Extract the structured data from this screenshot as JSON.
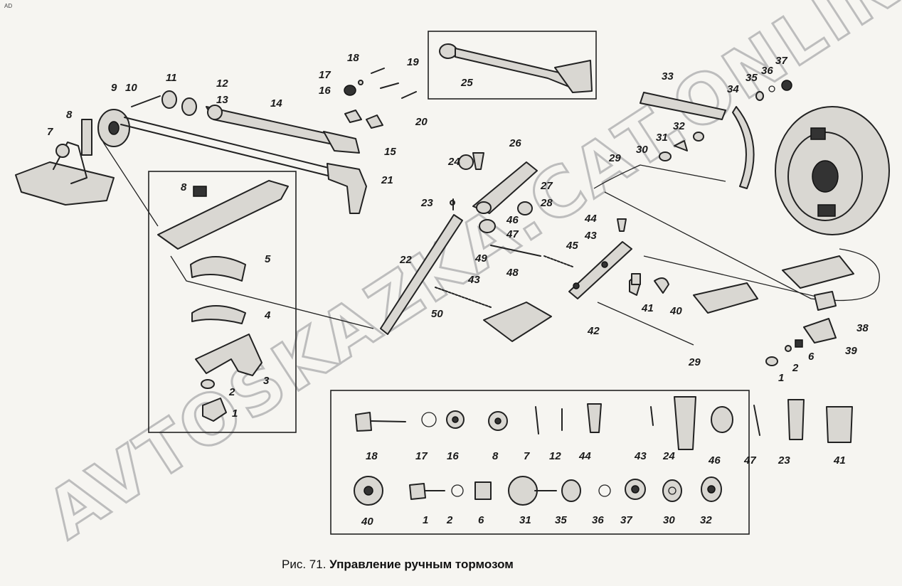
{
  "corner_mark": "AD",
  "caption": {
    "prefix": "Рис. 71.",
    "title": "Управление ручным тормозом"
  },
  "watermark": "AVTOSKAZKA.CAT.ONLINE",
  "callouts": [
    "1",
    "2",
    "3",
    "4",
    "5",
    "6",
    "7",
    "8",
    "9",
    "10",
    "11",
    "12",
    "13",
    "14",
    "15",
    "16",
    "17",
    "18",
    "19",
    "20",
    "21",
    "22",
    "23",
    "24",
    "25",
    "26",
    "27",
    "28",
    "29",
    "30",
    "31",
    "32",
    "33",
    "34",
    "35",
    "36",
    "37",
    "38",
    "39",
    "40",
    "41",
    "42",
    "43",
    "44",
    "45",
    "46",
    "47",
    "48",
    "49",
    "50"
  ],
  "exploded_parts_row1": [
    "18",
    "17",
    "16",
    "8",
    "7",
    "12",
    "44",
    "43",
    "24",
    "46",
    "47",
    "23",
    "41"
  ],
  "exploded_parts_row2": [
    "40",
    "1",
    "2",
    "6",
    "31",
    "35",
    "36",
    "37",
    "30",
    "32"
  ]
}
